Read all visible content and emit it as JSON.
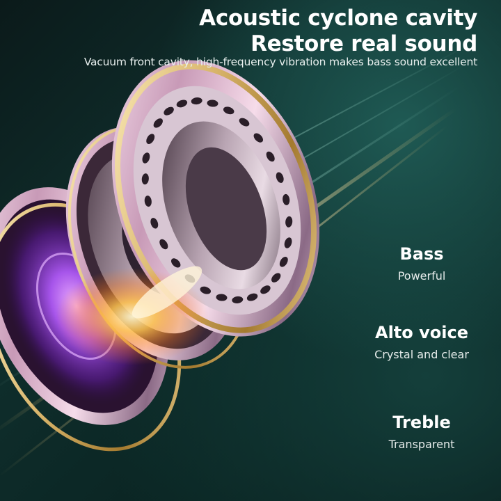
{
  "headline": {
    "line1": "Acoustic cyclone cavity",
    "line2": "Restore real sound"
  },
  "subline": "Vacuum front cavity, high-frequency vibration makes bass sound excellent",
  "features": [
    {
      "title": "Bass",
      "desc": "Powerful"
    },
    {
      "title": "Alto voice",
      "desc": "Crystal and clear"
    },
    {
      "title": "Treble",
      "desc": "Transparent"
    }
  ],
  "colors": {
    "background": "#0f2e2c",
    "text": "#ffffff",
    "ring_gold": "#d8b46a",
    "ring_pink": "#e6b3d8",
    "glow_purple": "#b45cff",
    "glow_orange": "#ffb040"
  },
  "icons": [
    "speaker-driver-exploded-illustration",
    "light-streak-graphic"
  ]
}
